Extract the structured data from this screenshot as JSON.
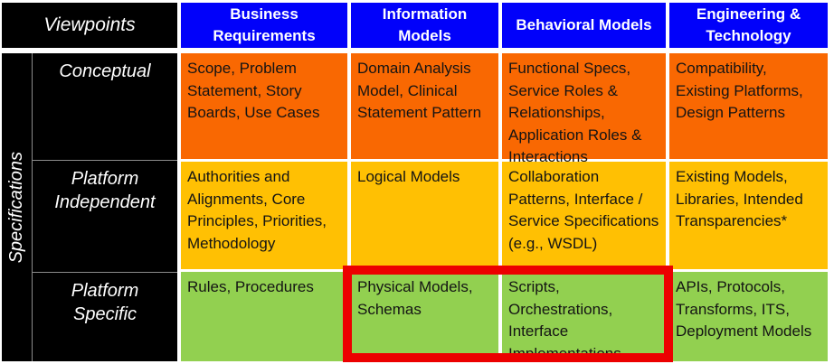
{
  "palette": {
    "header_blue": "#0101fa",
    "row_conceptual_orange": "#f96802",
    "row_platform_independent_amber": "#ffc003",
    "row_platform_specific_green": "#92d050",
    "label_black": "#000000",
    "highlight_red": "#ec0000",
    "divider_gray": "#8c8c8c"
  },
  "matrix": {
    "corner_label": "Viewpoints",
    "side_label": "Specifications",
    "column_headers": [
      "Business Requirements",
      "Information Models",
      "Behavioral Models",
      "Engineering & Technology"
    ],
    "rows": [
      {
        "label": "Conceptual",
        "cells": [
          "Scope, Problem Statement, Story Boards, Use Cases",
          "Domain Analysis Model, Clinical Statement Pattern",
          "Functional Specs, Service Roles & Relationships, Application Roles & Interactions",
          "Compatibility, Existing Platforms, Design Patterns"
        ]
      },
      {
        "label": "Platform Independent",
        "cells": [
          "Authorities and Alignments, Core Principles, Priorities, Methodology",
          "Logical Models",
          "Collaboration Patterns, Interface / Service Specifications (e.g., WSDL)",
          "Existing Models, Libraries, Intended Transparencies*"
        ]
      },
      {
        "label": "Platform Specific",
        "cells": [
          "Rules, Procedures",
          "Physical Models, Schemas",
          "Scripts, Orchestrations, Interface Implementations",
          "APIs, Protocols, Transforms, ITS, Deployment Models"
        ]
      }
    ],
    "highlight": {
      "type": "red-rectangle",
      "row": "Platform Specific",
      "columns": [
        "Information Models",
        "Behavioral Models"
      ],
      "covers": [
        "Physical Models, Schemas",
        "Scripts, Orchestrations, Interface Implementations"
      ]
    }
  }
}
